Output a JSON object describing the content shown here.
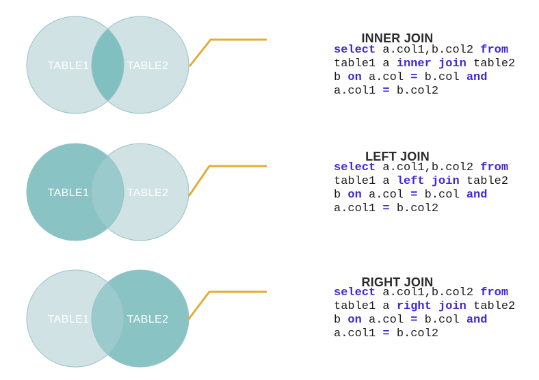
{
  "colors": {
    "background": "#ffffff",
    "circle_light": "#d0e2e4",
    "circle_dark": "#89c3c4",
    "overlap_strong": "#80c0c0",
    "overlap_soft": "#9bcacd",
    "circle_stroke": "#94c2c5",
    "connector": "#e0ae36",
    "keyword": "#4527d5",
    "code_text": "#1c1c1c",
    "title_text": "#2a2a2a",
    "label_text": "#ffffff"
  },
  "sections": [
    {
      "title": "INNER JOIN",
      "venn": {
        "type": "inner",
        "left_label": "TABLE1",
        "right_label": "TABLE2",
        "shaded": "intersection"
      },
      "code": [
        [
          {
            "t": "select ",
            "k": 1
          },
          {
            "t": "a.col1,b.col2 ",
            "k": 0
          },
          {
            "t": "from",
            "k": 1
          }
        ],
        [
          {
            "t": "table1 a ",
            "k": 0
          },
          {
            "t": "inner join ",
            "k": 1
          },
          {
            "t": "table2",
            "k": 0
          }
        ],
        [
          {
            "t": "b ",
            "k": 0
          },
          {
            "t": "on ",
            "k": 1
          },
          {
            "t": "a.col ",
            "k": 0
          },
          {
            "t": "= ",
            "k": 1
          },
          {
            "t": "b.col ",
            "k": 0
          },
          {
            "t": "and",
            "k": 1
          }
        ],
        [
          {
            "t": "a.col1 ",
            "k": 0
          },
          {
            "t": "= ",
            "k": 1
          },
          {
            "t": "b.col2",
            "k": 0
          }
        ]
      ]
    },
    {
      "title": "LEFT JOIN",
      "venn": {
        "type": "left",
        "left_label": "TABLE1",
        "right_label": "TABLE2",
        "shaded": "left-circle"
      },
      "code": [
        [
          {
            "t": "select ",
            "k": 1
          },
          {
            "t": "a.col1,b.col2 ",
            "k": 0
          },
          {
            "t": "from",
            "k": 1
          }
        ],
        [
          {
            "t": "table1 a ",
            "k": 0
          },
          {
            "t": "left join ",
            "k": 1
          },
          {
            "t": "table2",
            "k": 0
          }
        ],
        [
          {
            "t": "b ",
            "k": 0
          },
          {
            "t": "on ",
            "k": 1
          },
          {
            "t": "a.col ",
            "k": 0
          },
          {
            "t": "= ",
            "k": 1
          },
          {
            "t": "b.col ",
            "k": 0
          },
          {
            "t": "and",
            "k": 1
          }
        ],
        [
          {
            "t": "a.col1 ",
            "k": 0
          },
          {
            "t": "= ",
            "k": 1
          },
          {
            "t": "b.col2",
            "k": 0
          }
        ]
      ]
    },
    {
      "title": "RIGHT JOIN",
      "venn": {
        "type": "right",
        "left_label": "TABLE1",
        "right_label": "TABLE2",
        "shaded": "right-circle"
      },
      "code": [
        [
          {
            "t": "select ",
            "k": 1
          },
          {
            "t": "a.col1,b.col2 ",
            "k": 0
          },
          {
            "t": "from",
            "k": 1
          }
        ],
        [
          {
            "t": "table1 a ",
            "k": 0
          },
          {
            "t": "right join ",
            "k": 1
          },
          {
            "t": "table2",
            "k": 0
          }
        ],
        [
          {
            "t": "b ",
            "k": 0
          },
          {
            "t": "on ",
            "k": 1
          },
          {
            "t": "a.col ",
            "k": 0
          },
          {
            "t": "= ",
            "k": 1
          },
          {
            "t": "b.col ",
            "k": 0
          },
          {
            "t": "and",
            "k": 1
          }
        ],
        [
          {
            "t": "a.col1 ",
            "k": 0
          },
          {
            "t": "= ",
            "k": 1
          },
          {
            "t": "b.col2",
            "k": 0
          }
        ]
      ]
    }
  ]
}
